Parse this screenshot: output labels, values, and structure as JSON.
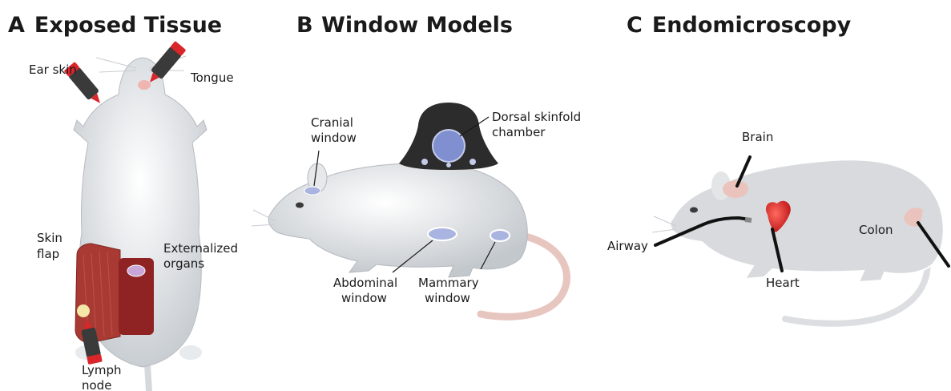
{
  "panels": [
    {
      "letter": "A",
      "title": "Exposed Tissue"
    },
    {
      "letter": "B",
      "title": "Window Models"
    },
    {
      "letter": "C",
      "title": "Endomicroscopy"
    }
  ],
  "panel_a": {
    "ear_skin": "Ear skin",
    "tongue": "Tongue",
    "skin_flap_1": "Skin",
    "skin_flap_2": "flap",
    "externalized_1": "Externalized",
    "externalized_2": "organs",
    "lymph_1": "Lymph",
    "lymph_2": "node"
  },
  "panel_b": {
    "cranial_1": "Cranial",
    "cranial_2": "window",
    "dorsal_1": "Dorsal skinfold",
    "dorsal_2": "chamber",
    "abdominal_1": "Abdominal",
    "abdominal_2": "window",
    "mammary_1": "Mammary",
    "mammary_2": "window"
  },
  "panel_c": {
    "brain": "Brain",
    "airway": "Airway",
    "heart": "Heart",
    "colon": "Colon"
  },
  "colors": {
    "probe_red": "#d9262b",
    "probe_body": "#3a3a3a",
    "window_blue": "#aab4e0",
    "flap_red": "#a83a33",
    "mouse_fill": "#eceff1",
    "ghost_mouse": "#d8dadd",
    "tail_pink": "#e8c6c0"
  }
}
